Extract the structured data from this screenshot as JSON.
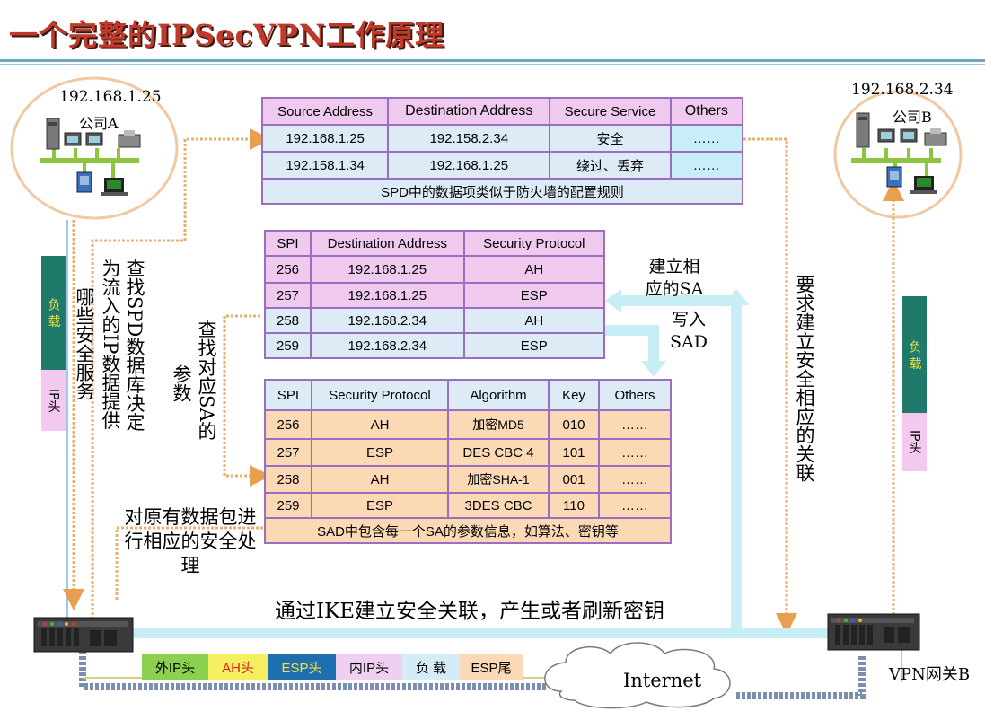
{
  "title": "一个完整的IPSecVPN工作原理",
  "site_a": {
    "ip": "192.168.1.25",
    "name": "公司A"
  },
  "site_b": {
    "ip": "192.168.2.34",
    "name": "公司B"
  },
  "spd": {
    "headers": [
      "Source Address",
      "Destination Address",
      "Secure Service",
      "Others"
    ],
    "rows": [
      [
        "192.168.1.25",
        "192.158.2.34",
        "安全",
        "……"
      ],
      [
        "192.158.1.34",
        "192.168.1.25",
        "绕过、丢弃",
        "……"
      ]
    ],
    "note": "SPD中的数据项类似于防火墙的配置规则"
  },
  "sa_table": {
    "headers": [
      "SPI",
      "Destination Address",
      "Security Protocol"
    ],
    "rows": [
      [
        "256",
        "192.168.1.25",
        "AH"
      ],
      [
        "257",
        "192.168.1.25",
        "ESP"
      ],
      [
        "258",
        "192.168.2.34",
        "AH"
      ],
      [
        "259",
        "192.168.2.34",
        "ESP"
      ]
    ]
  },
  "sad": {
    "headers": [
      "SPI",
      "Security Protocol",
      "Algorithm",
      "Key",
      "Others"
    ],
    "rows": [
      [
        "256",
        "AH",
        "加密MD5",
        "010",
        "……"
      ],
      [
        "257",
        "ESP",
        "DES CBC 4",
        "101",
        "……"
      ],
      [
        "258",
        "AH",
        "加密SHA-1",
        "001",
        "……"
      ],
      [
        "259",
        "ESP",
        "3DES CBC",
        "110",
        "……"
      ]
    ],
    "note": "SAD中包含每一个SA的参数信息，如算法、密钥等"
  },
  "labels": {
    "lookup_spd": "查找SPD数据库决定",
    "lookup_spd_2": "为流入的IP数据提供",
    "lookup_spd_3": "哪些安全服务",
    "find_sa": "查找对应SA的",
    "find_sa_2": "参数",
    "process": "对原有数据包进行相应的安全处理",
    "build_sa": "建立相应的SA",
    "write_sad": "写入SAD",
    "request_sa": "要求建立安全相应的关联",
    "ike": "通过IKE建立安全关联，产生或者刷新密钥",
    "internet": "Internet",
    "gateway_b": "VPN网关B"
  },
  "packet_a": {
    "payload": "负 载",
    "ip_header": "IP头"
  },
  "packet_b": {
    "payload": "负 载",
    "ip_header": "IP头"
  },
  "packet_bottom": [
    "外IP头",
    "AH头",
    "ESP头",
    "内IP头",
    "负 载",
    "ESP尾"
  ],
  "colors": {
    "title": "#c0392b",
    "link": "#e8b070",
    "arrow_cyan": "#c8eef5",
    "table_border": "#9b6fbf",
    "payload": "#1f7a6b",
    "ip_header": "#f3c9ef"
  }
}
